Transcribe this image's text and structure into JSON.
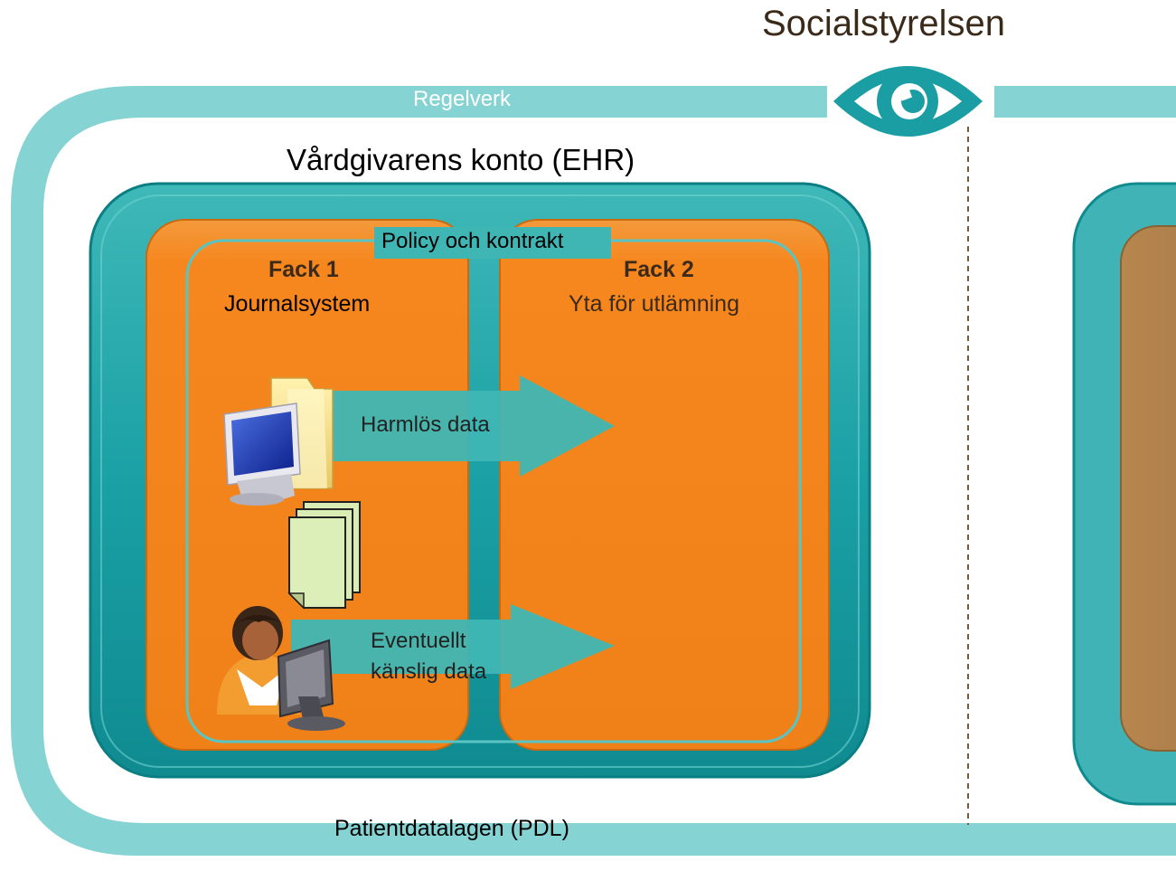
{
  "authority": "Socialstyrelsen",
  "band_label": "Regelverk",
  "account_title": "Vårdgivarens konto (EHR)",
  "policy_label": "Policy och kontrakt",
  "compartment1": {
    "title": "Fack 1",
    "subtitle": "Journalsystem"
  },
  "compartment2": {
    "title": "Fack 2",
    "subtitle": "Yta för utlämning"
  },
  "arrow1_label": "Harmlös data",
  "arrow2_label_line1": "Eventuellt",
  "arrow2_label_line2": "känslig data",
  "law_label": "Patientdatalagen (PDL)",
  "colors": {
    "teal_light": "#86d3d3",
    "teal_dark": "#1a9ea3",
    "teal_arrow": "#3fb6b4",
    "orange": "#f6871f",
    "brown_text": "#3b2a1a"
  },
  "icons": [
    "eye-icon",
    "computer-folder-icon",
    "documents-icon",
    "user-computer-icon"
  ]
}
